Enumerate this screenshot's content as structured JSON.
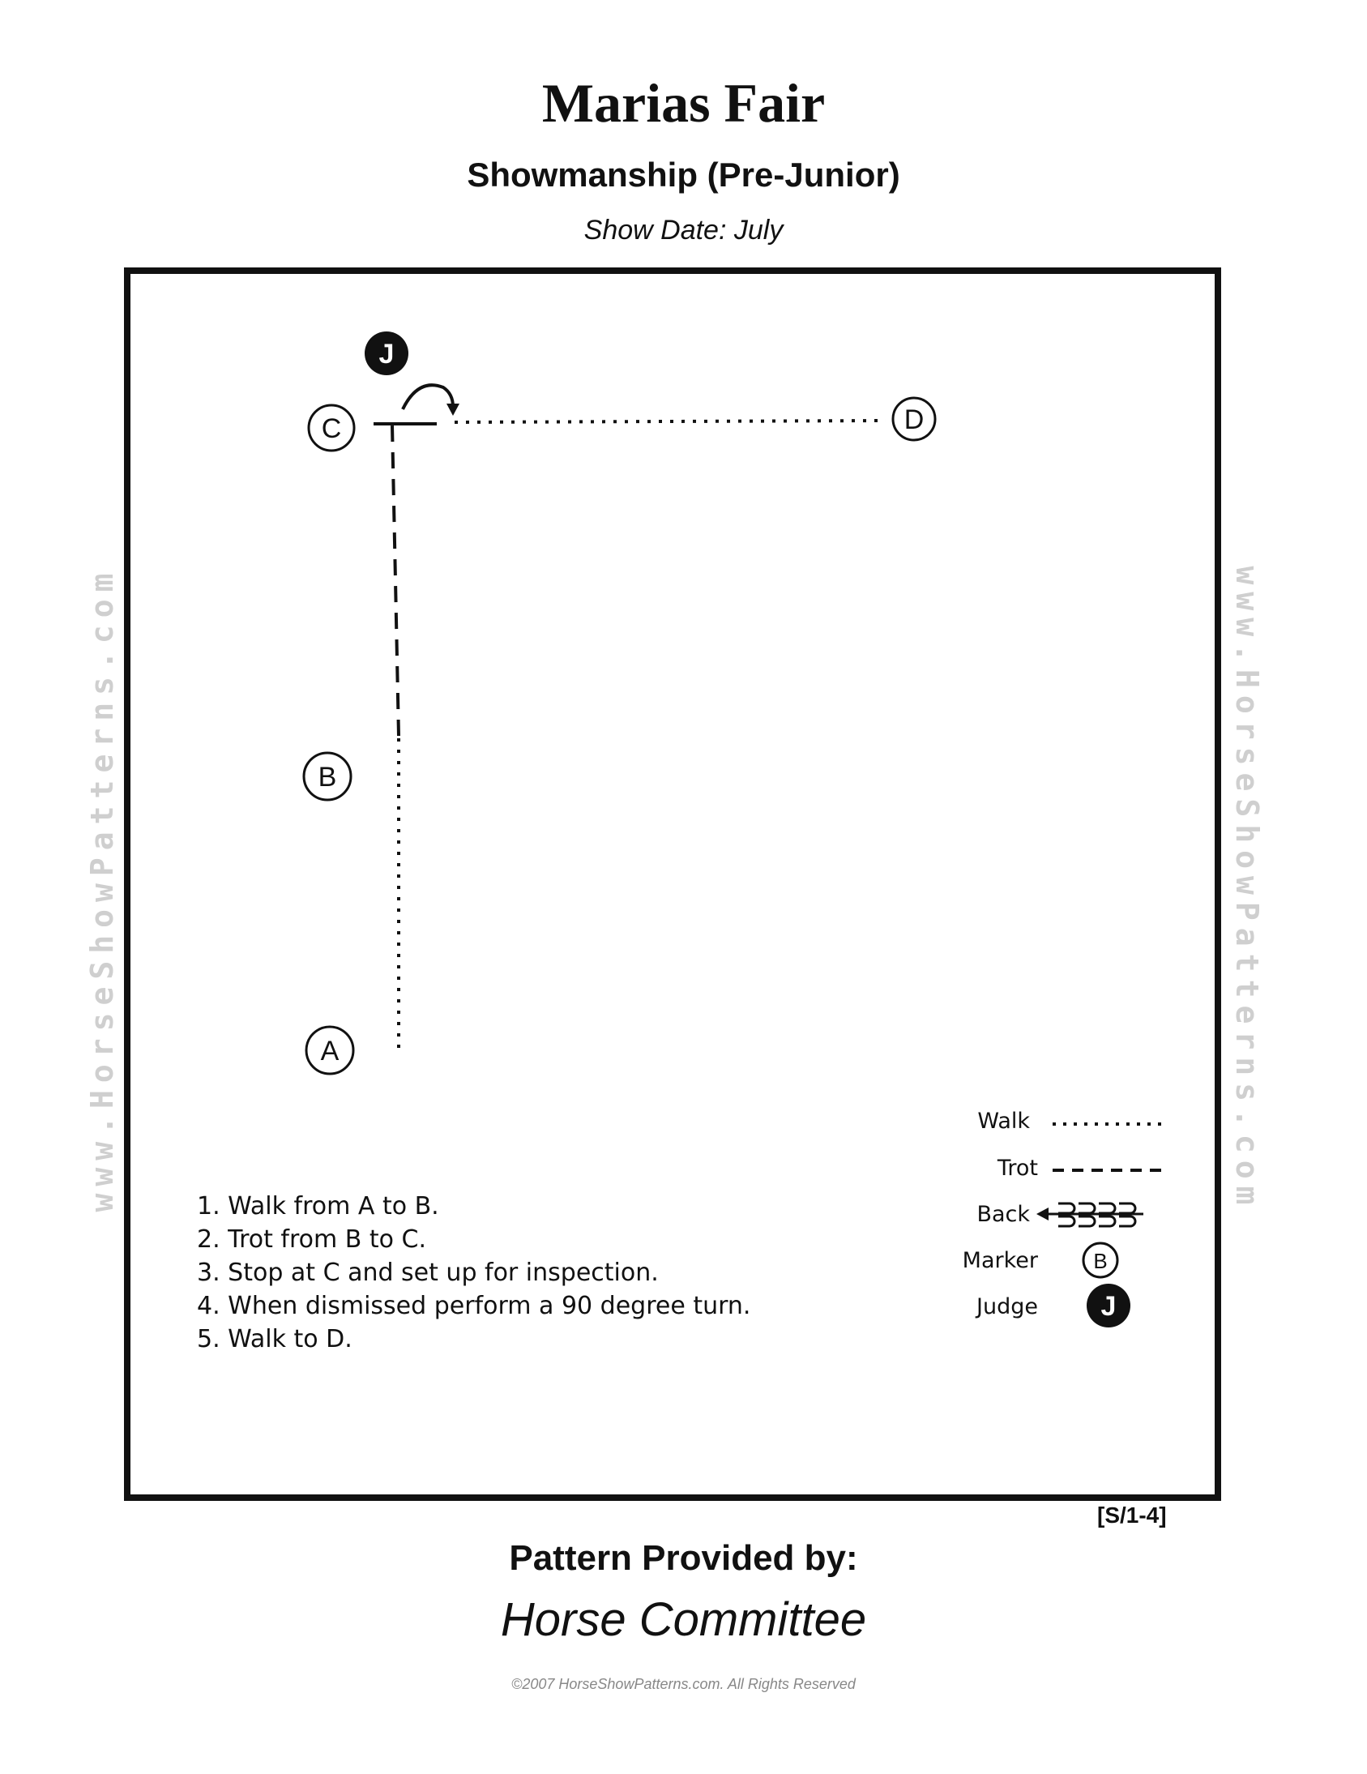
{
  "header": {
    "title": "Marias Fair",
    "subtitle": "Showmanship (Pre-Junior)",
    "show_date": "Show Date: July"
  },
  "watermark": {
    "left": "www.HorseShowPatterns.com",
    "right": "www.HorseShowPatterns.com"
  },
  "arena": {
    "markers": [
      "A",
      "B",
      "C",
      "D"
    ],
    "judge": "J"
  },
  "steps": [
    "1. Walk from A to B.",
    "2. Trot from B to C.",
    "3. Stop at C and set up for inspection.",
    "4. When dismissed perform a 90 degree turn.",
    "5. Walk to D."
  ],
  "legend": {
    "walk": "Walk",
    "trot": "Trot",
    "back": "Back",
    "marker": "Marker",
    "marker_symbol": "B",
    "judge": "Judge",
    "judge_symbol": "J"
  },
  "pattern_code": "[S/1-4]",
  "footer": {
    "provided_by": "Pattern Provided by:",
    "committee": "Horse Committee",
    "copyright": "©2007 HorseShowPatterns.com. All Rights Reserved"
  }
}
